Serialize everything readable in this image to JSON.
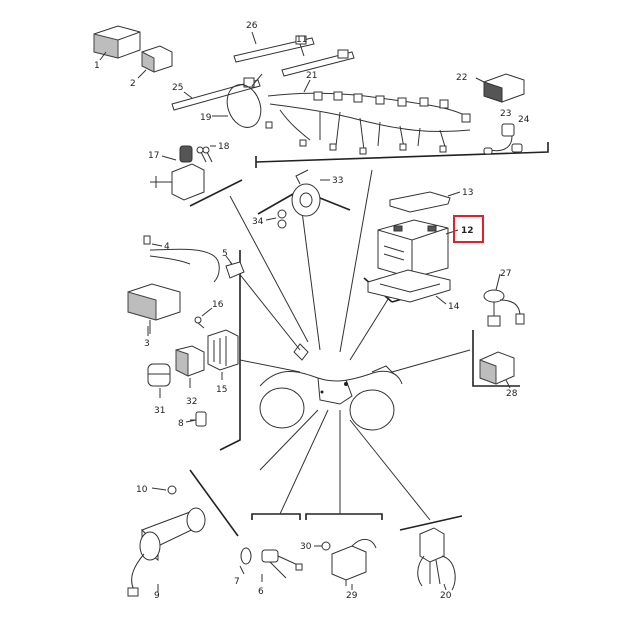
{
  "diagram": {
    "highlight_color": "#e0202a",
    "line_color": "#222222",
    "parts": [
      {
        "id": "p1",
        "label": "1"
      },
      {
        "id": "p2",
        "label": "2"
      },
      {
        "id": "p3",
        "label": "3"
      },
      {
        "id": "p4",
        "label": "4"
      },
      {
        "id": "p5",
        "label": "5"
      },
      {
        "id": "p6",
        "label": "6"
      },
      {
        "id": "p7",
        "label": "7"
      },
      {
        "id": "p8",
        "label": "8"
      },
      {
        "id": "p9",
        "label": "9"
      },
      {
        "id": "p10",
        "label": "10"
      },
      {
        "id": "p11",
        "label": "11"
      },
      {
        "id": "p12",
        "label": "12",
        "highlighted": true
      },
      {
        "id": "p13",
        "label": "13"
      },
      {
        "id": "p14",
        "label": "14"
      },
      {
        "id": "p15",
        "label": "15"
      },
      {
        "id": "p16",
        "label": "16"
      },
      {
        "id": "p17",
        "label": "17"
      },
      {
        "id": "p18",
        "label": "18"
      },
      {
        "id": "p19",
        "label": "19"
      },
      {
        "id": "p20",
        "label": "20"
      },
      {
        "id": "p21",
        "label": "21"
      },
      {
        "id": "p22",
        "label": "22"
      },
      {
        "id": "p23",
        "label": "23"
      },
      {
        "id": "p24",
        "label": "24"
      },
      {
        "id": "p25",
        "label": "25"
      },
      {
        "id": "p26",
        "label": "26"
      },
      {
        "id": "p27",
        "label": "27"
      },
      {
        "id": "p28",
        "label": "28"
      },
      {
        "id": "p29",
        "label": "29"
      },
      {
        "id": "p30",
        "label": "30"
      },
      {
        "id": "p31",
        "label": "31"
      },
      {
        "id": "p32",
        "label": "32"
      },
      {
        "id": "p33",
        "label": "33"
      },
      {
        "id": "p34",
        "label": "34"
      }
    ]
  }
}
